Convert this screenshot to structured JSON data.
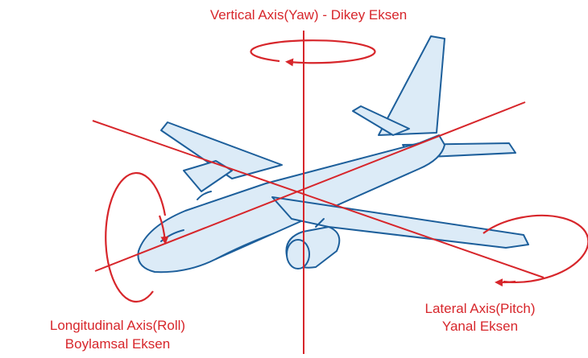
{
  "labels": {
    "yaw": "Vertical Axis(Yaw) - Dikey Eksen",
    "roll_line1": "Longitudinal Axis(Roll)",
    "roll_line2": "Boylamsal Eksen",
    "pitch_line1": "Lateral Axis(Pitch)",
    "pitch_line2": "Yanal Eksen"
  },
  "colors": {
    "axis": "#d7262b",
    "aircraft_fill": "#dcebf7",
    "aircraft_stroke": "#1d5f9b",
    "background": "#ffffff"
  },
  "icons": [
    "airplane-illustration",
    "rotation-arrow-yaw",
    "rotation-arrow-roll",
    "rotation-arrow-pitch"
  ]
}
